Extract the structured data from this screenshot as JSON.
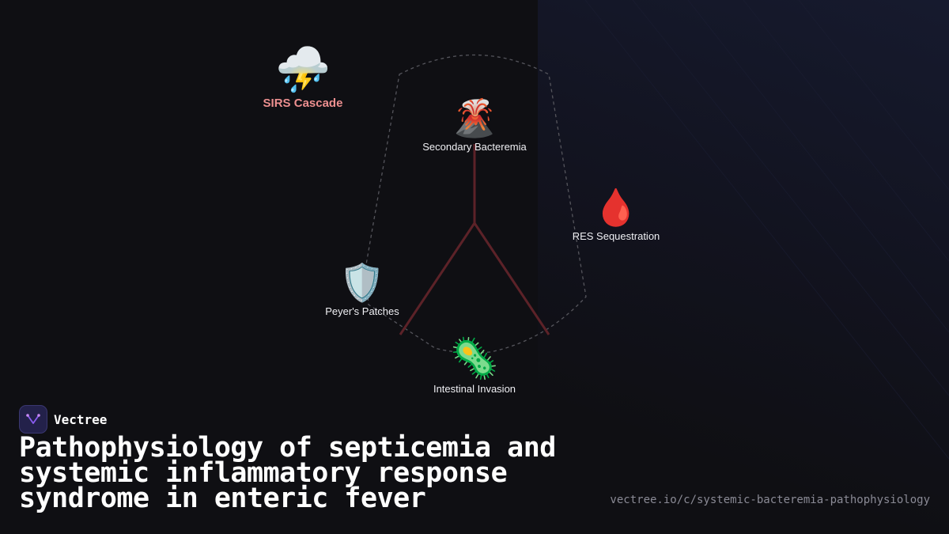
{
  "diagram": {
    "primary_node": {
      "label": "SIRS Cascade",
      "icon": "thunderstorm-icon",
      "glyph": "⛈️",
      "color": "#ec8f8f"
    },
    "nodes": [
      {
        "id": "secondary-bacteremia",
        "label": "Secondary Bacteremia",
        "icon": "volcano-icon",
        "glyph": "🌋"
      },
      {
        "id": "res-sequestration",
        "label": "RES Sequestration",
        "icon": "blood-drop-icon",
        "glyph": "🩸"
      },
      {
        "id": "peyers-patches",
        "label": "Peyer's Patches",
        "icon": "shield-icon",
        "glyph": "🛡️"
      },
      {
        "id": "intestinal-invasion",
        "label": "Intestinal Invasion",
        "icon": "microbe-icon",
        "glyph": "🦠"
      }
    ],
    "colors": {
      "edge": "#5c2228",
      "dashed_outline": "#55555c",
      "background": "#0f0f13"
    }
  },
  "brand": {
    "name": "Vectree",
    "icon": "vectree-logo-icon"
  },
  "title": "Pathophysiology of septicemia and systemic inflammatory response syndrome in enteric fever",
  "url": "vectree.io/c/systemic-bacteremia-pathophysiology"
}
